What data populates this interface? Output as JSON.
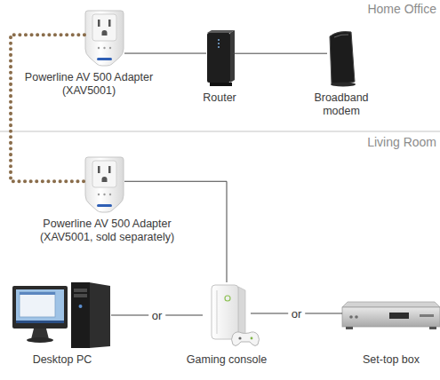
{
  "diagram": {
    "nodes": [
      {
        "text": [
          "Powerline AV 500 Adapter (XAV5001)"
        ]
      },
      {
        "text": [
          "Router"
        ]
      },
      {
        "text": [
          "Broadband modem"
        ]
      },
      {
        "text": [
          "Powerline AV 500 Adapter (XAV5001, sold separately)"
        ]
      },
      {
        "text": [
          "Desktop PC"
        ]
      },
      {
        "text": [
          "Gaming console"
        ]
      },
      {
        "text": [
          "Set-top box"
        ]
      }
    ],
    "edges": [
      {
        "from": 0,
        "to": 1,
        "arrow": "none"
      },
      {
        "from": 1,
        "to": 2,
        "arrow": "none"
      },
      {
        "from": 0,
        "to": 3,
        "arrow": "none"
      },
      {
        "from": 3,
        "to": 5,
        "arrow": "none"
      },
      {
        "from": 4,
        "to": 5,
        "label": "or",
        "arrow": "none"
      },
      {
        "from": 5,
        "to": 6,
        "label": "or",
        "arrow": "none"
      }
    ],
    "labels": [
      "Home Office",
      "Living Room"
    ]
  }
}
